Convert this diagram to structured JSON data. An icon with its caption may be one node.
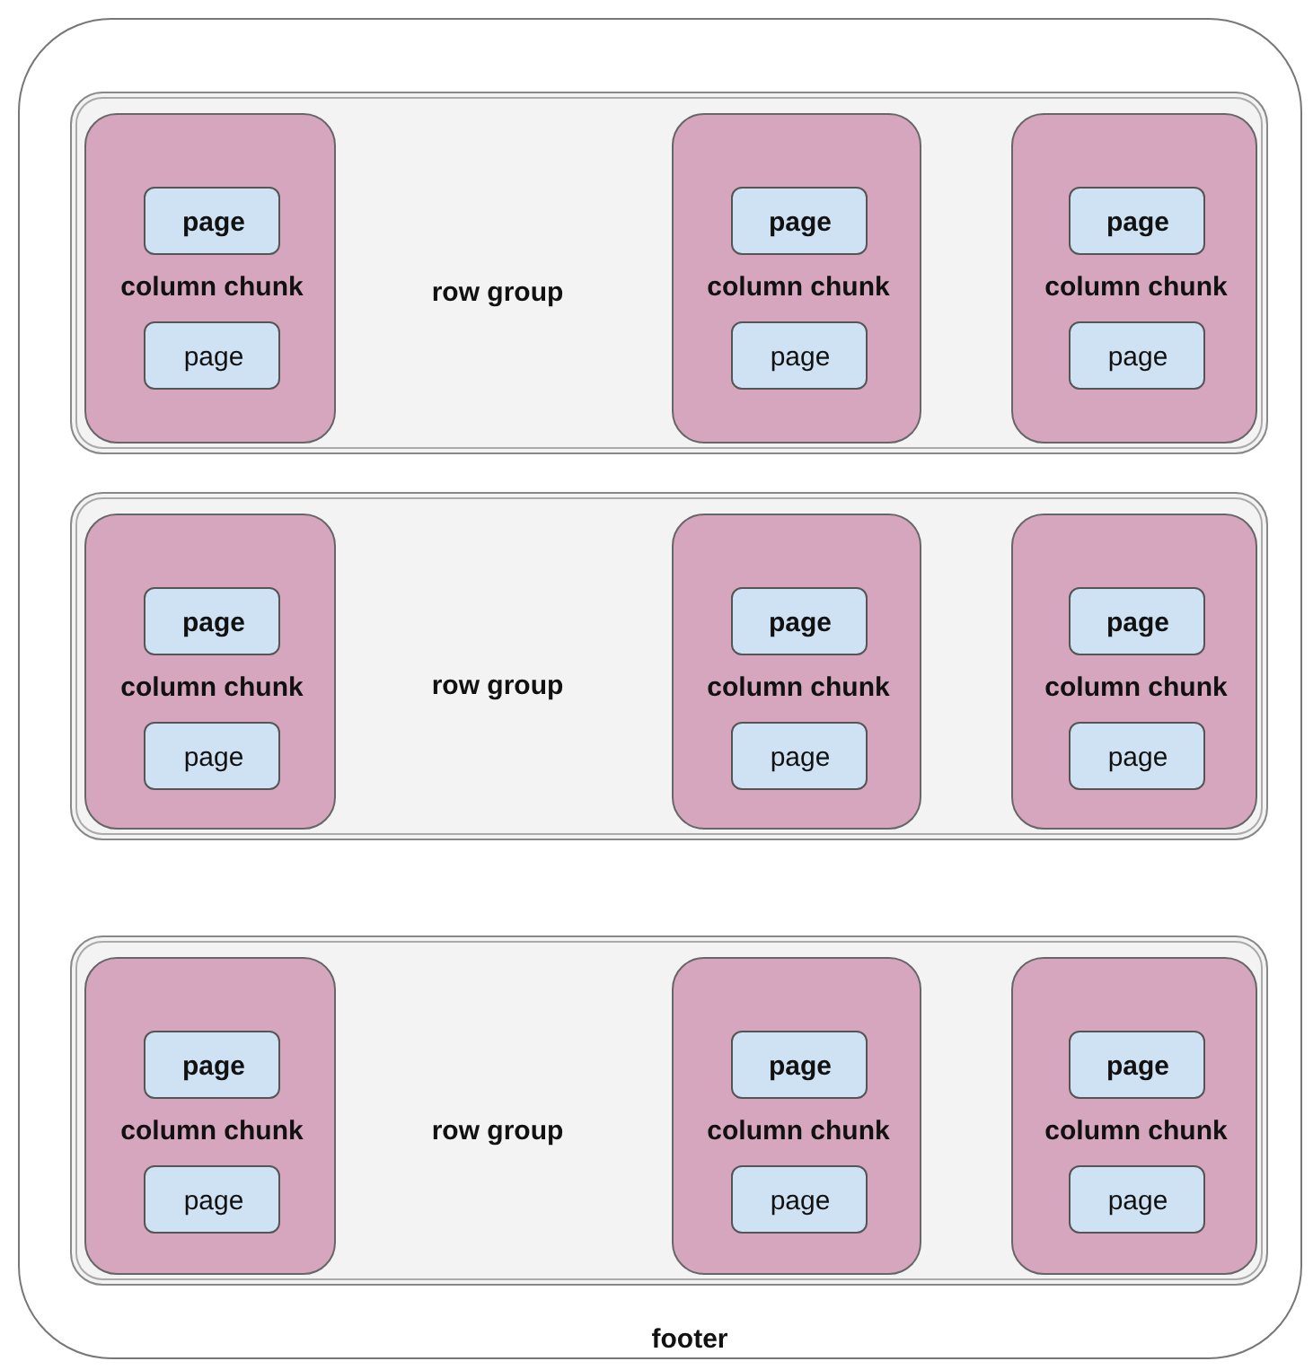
{
  "diagram": {
    "nodes": [
      {
        "text": [
          "footer"
        ]
      },
      {
        "text": [
          "row group"
        ],
        "in": 0
      },
      {
        "text": [
          "column chunk"
        ],
        "in": 1
      },
      {
        "text": [
          "page"
        ],
        "in": 2
      },
      {
        "text": [
          "page"
        ],
        "in": 2
      },
      {
        "text": [
          "column chunk"
        ],
        "in": 1
      },
      {
        "text": [
          "page"
        ],
        "in": 5
      },
      {
        "text": [
          "page"
        ],
        "in": 5
      },
      {
        "text": [
          "column chunk"
        ],
        "in": 1
      },
      {
        "text": [
          "page"
        ],
        "in": 8
      },
      {
        "text": [
          "page"
        ],
        "in": 8
      },
      {
        "text": [
          "row group"
        ],
        "in": 0
      },
      {
        "text": [
          "column chunk"
        ],
        "in": 11
      },
      {
        "text": [
          "page"
        ],
        "in": 12
      },
      {
        "text": [
          "page"
        ],
        "in": 12
      },
      {
        "text": [
          "column chunk"
        ],
        "in": 11
      },
      {
        "text": [
          "page"
        ],
        "in": 15
      },
      {
        "text": [
          "page"
        ],
        "in": 15
      },
      {
        "text": [
          "column chunk"
        ],
        "in": 11
      },
      {
        "text": [
          "page"
        ],
        "in": 18
      },
      {
        "text": [
          "page"
        ],
        "in": 18
      },
      {
        "text": [
          "row group"
        ],
        "in": 0
      },
      {
        "text": [
          "column chunk"
        ],
        "in": 21
      },
      {
        "text": [
          "page"
        ],
        "in": 22
      },
      {
        "text": [
          "page"
        ],
        "in": 22
      },
      {
        "text": [
          "column chunk"
        ],
        "in": 21
      },
      {
        "text": [
          "page"
        ],
        "in": 25
      },
      {
        "text": [
          "page"
        ],
        "in": 25
      },
      {
        "text": [
          "column chunk"
        ],
        "in": 21
      },
      {
        "text": [
          "page"
        ],
        "in": 28
      },
      {
        "text": [
          "page"
        ],
        "in": 28
      }
    ]
  }
}
